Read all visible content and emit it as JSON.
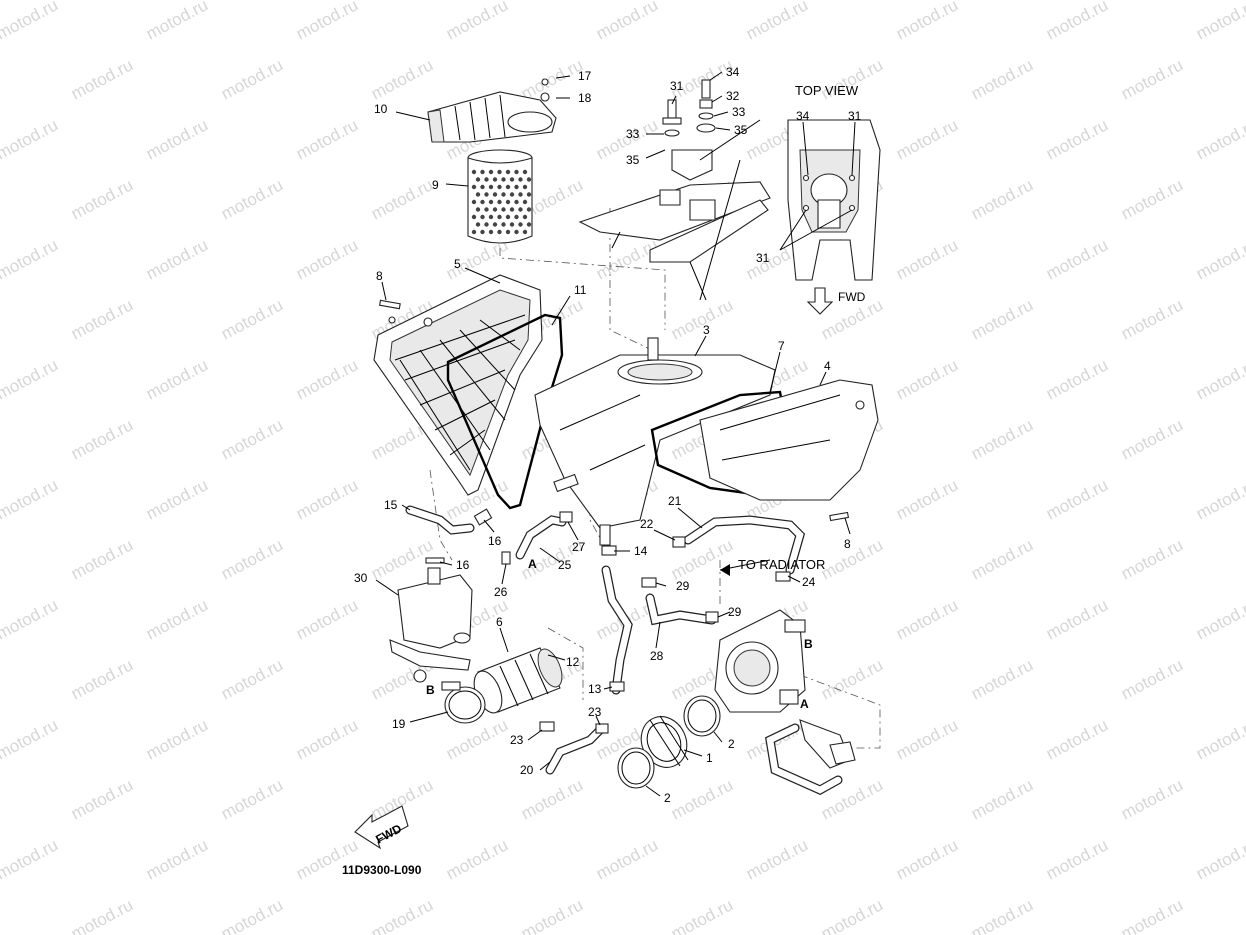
{
  "diagram": {
    "drawing_code": "11D9300-L090",
    "watermark_text": "motod.ru",
    "annotations": {
      "top_view": "TOP VIEW",
      "fwd_top": "FWD",
      "fwd_bottom": "FWD",
      "to_radiator": "TO RADIATOR",
      "ref_a_1": "A",
      "ref_a_2": "A",
      "ref_b_1": "B",
      "ref_b_2": "B"
    },
    "callouts": [
      {
        "n": "17"
      },
      {
        "n": "18"
      },
      {
        "n": "10"
      },
      {
        "n": "9"
      },
      {
        "n": "8"
      },
      {
        "n": "5"
      },
      {
        "n": "11"
      },
      {
        "n": "31"
      },
      {
        "n": "33"
      },
      {
        "n": "35"
      },
      {
        "n": "34"
      },
      {
        "n": "32"
      },
      {
        "n": "33"
      },
      {
        "n": "35"
      },
      {
        "n": "34"
      },
      {
        "n": "31"
      },
      {
        "n": "31"
      },
      {
        "n": "3"
      },
      {
        "n": "7"
      },
      {
        "n": "4"
      },
      {
        "n": "15"
      },
      {
        "n": "16"
      },
      {
        "n": "27"
      },
      {
        "n": "22"
      },
      {
        "n": "21"
      },
      {
        "n": "14"
      },
      {
        "n": "8"
      },
      {
        "n": "16"
      },
      {
        "n": "25"
      },
      {
        "n": "26"
      },
      {
        "n": "29"
      },
      {
        "n": "24"
      },
      {
        "n": "30"
      },
      {
        "n": "6"
      },
      {
        "n": "12"
      },
      {
        "n": "29"
      },
      {
        "n": "28"
      },
      {
        "n": "13"
      },
      {
        "n": "19"
      },
      {
        "n": "23"
      },
      {
        "n": "23"
      },
      {
        "n": "20"
      },
      {
        "n": "1"
      },
      {
        "n": "2"
      },
      {
        "n": "2"
      }
    ]
  }
}
